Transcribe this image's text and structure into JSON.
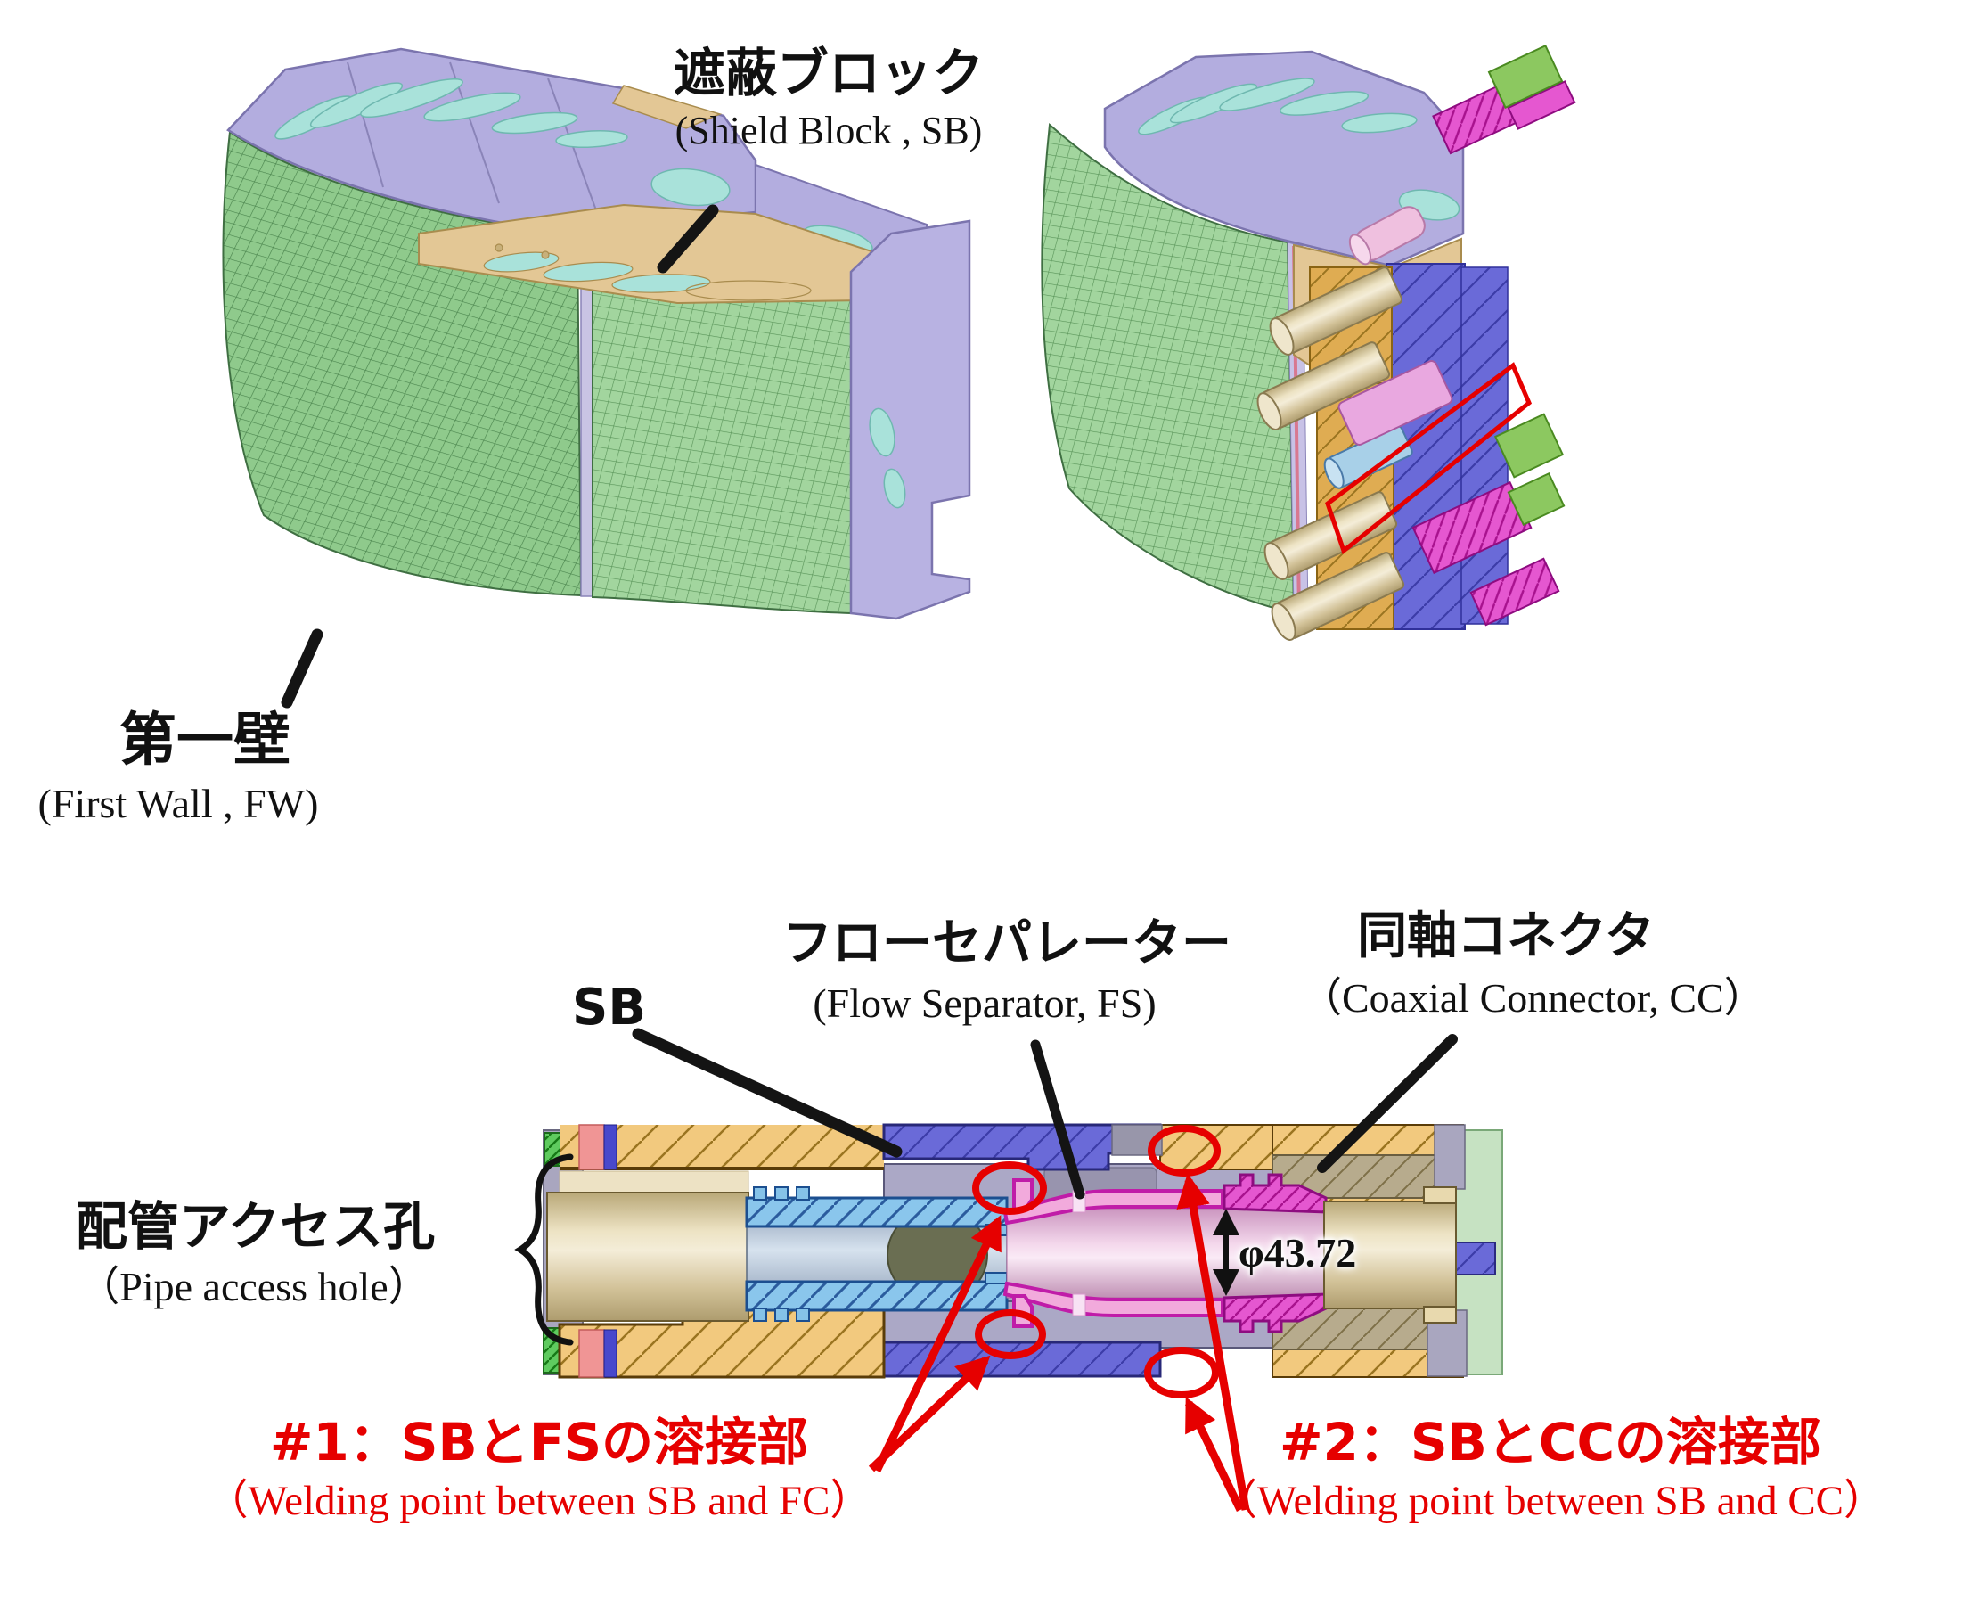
{
  "labels": {
    "shield_block_jp": "遮蔽ブロック",
    "shield_block_en": "(Shield Block , SB)",
    "first_wall_jp": "第一壁",
    "first_wall_en": "(First Wall , FW)",
    "sb_abbrev": "SB",
    "flow_separator_jp": "フローセパレーター",
    "flow_separator_en": "(Flow Separator, FS)",
    "coaxial_connector_jp": "同軸コネクタ",
    "coaxial_connector_en": "（Coaxial Connector, CC）",
    "pipe_access_hole_jp": "配管アクセス孔",
    "pipe_access_hole_en": "（Pipe access hole）",
    "diameter_dimension": "φ43.72",
    "weld_point_1_jp": "#1：SBとFSの溶接部",
    "weld_point_1_en": "（Welding point between SB and FC）",
    "weld_point_2_jp": "#2：SBとCCの溶接部",
    "weld_point_2_en": "（Welding point between SB and CC）"
  },
  "colors": {
    "annotation_red": "#E60000",
    "text_black": "#111111",
    "first_wall_mesh_green": "#98CE96",
    "shield_block_lavender": "#B3ADDF",
    "slot_teal": "#A9E2DA",
    "plate_khaki": "#E3C795",
    "section_khaki": "#F2C97E",
    "section_blue": "#6A6AD8",
    "flow_separator_blue": "#8AC6EC",
    "flow_separator_pink": "#F2AADC",
    "coaxial_magenta": "#E557D0",
    "pipe_tan": "#D9CBA8",
    "hole_olive": "#6A6E52"
  }
}
